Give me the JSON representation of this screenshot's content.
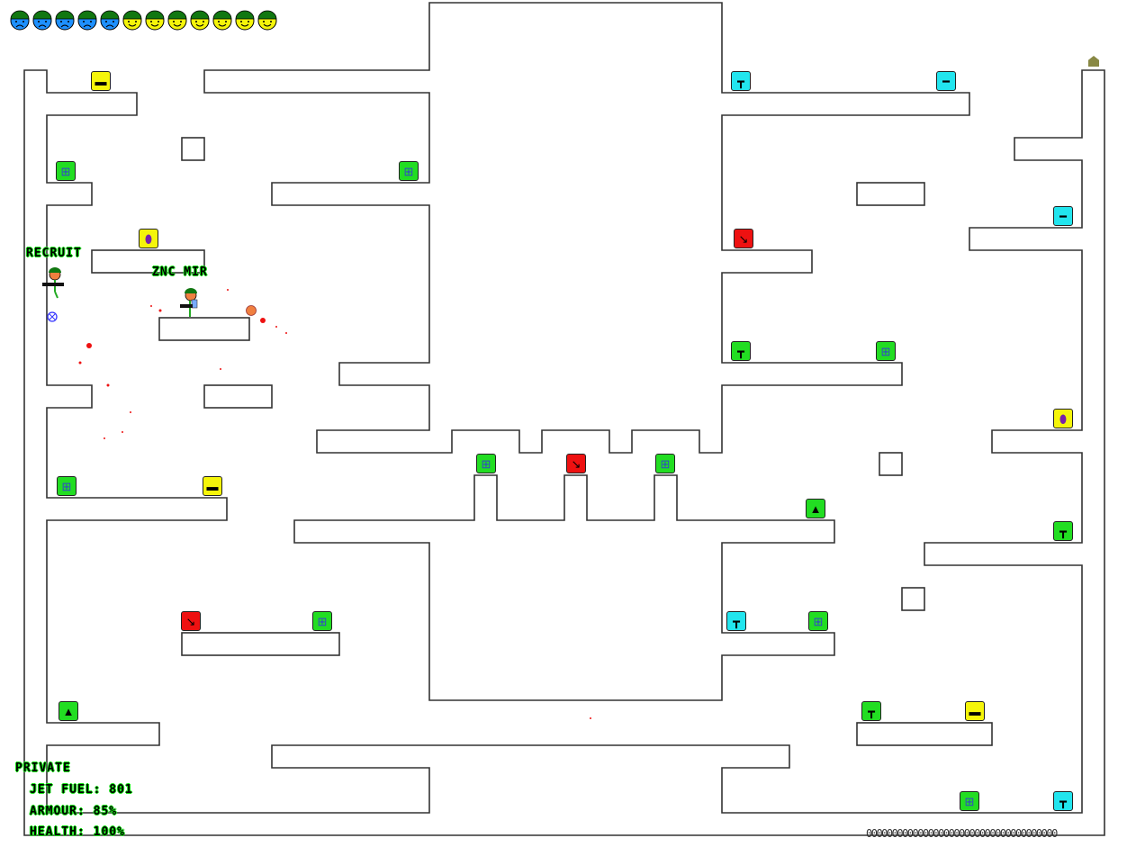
{
  "team_heads": {
    "blue_count": 5,
    "yellow_count": 7,
    "blue_color": "#1e90ff",
    "yellow_color": "#f5f50a",
    "helmet_color": "#117711"
  },
  "players": [
    {
      "name": "RECRUIT"
    },
    {
      "name": "ZNC MIR"
    }
  ],
  "hud": {
    "rank": "PRIVATE",
    "jet_fuel": "JET FUEL: 801",
    "armour": "ARMOUR: 85%",
    "health": "HEALTH: 100%"
  },
  "ammo": {
    "display": "0000000000000000000000000000000000000"
  },
  "colors": {
    "wall": "#333333",
    "label_outline": "#19e619",
    "blood": "#ee1111"
  }
}
